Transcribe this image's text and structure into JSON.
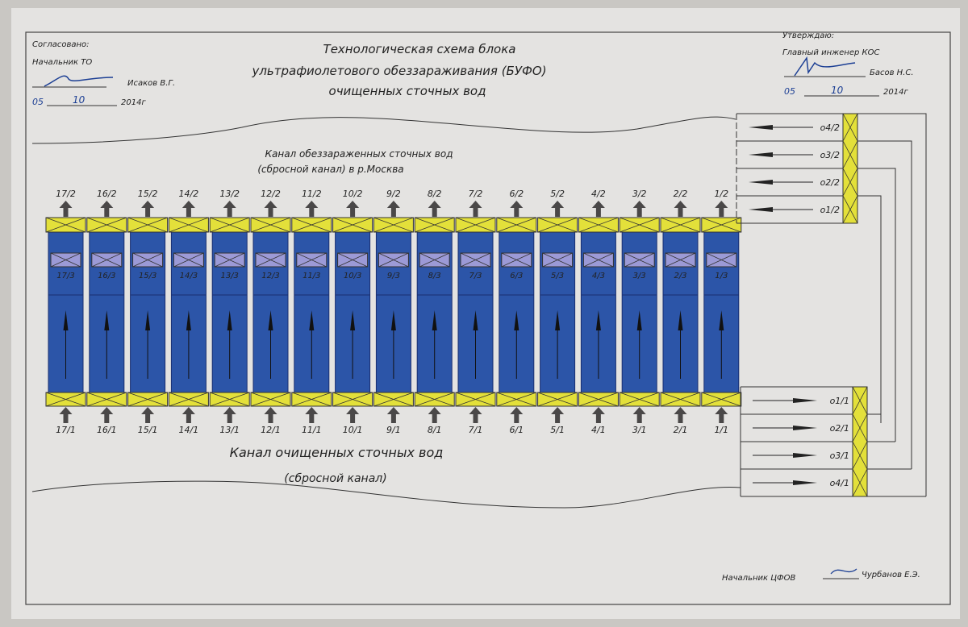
{
  "approval_left": {
    "heading": "Согласовано:",
    "position": "Начальник ТО",
    "name": "Исаков В.Г.",
    "day": "05",
    "month": "10",
    "year": "2014г"
  },
  "title": [
    "Технологическая схема блока",
    "ультрафиолетового обеззараживания (БУФО)",
    "очищенных сточных вод"
  ],
  "approval_right": {
    "heading": "Утверждаю:",
    "position": "Главный инженер КОС",
    "name": "Басов Н.С.",
    "day": "05",
    "month": "10",
    "year": "2014г"
  },
  "upper_channel": [
    "Канал обеззараженных сточных вод",
    "(сбросной канал) в р.Москва"
  ],
  "lower_channel": [
    "Канал очищенных сточных вод",
    "(сбросной канал)"
  ],
  "units": {
    "top_labels": [
      "17/2",
      "16/2",
      "15/2",
      "14/2",
      "13/2",
      "12/2",
      "11/2",
      "10/2",
      "9/2",
      "8/2",
      "7/2",
      "6/2",
      "5/2",
      "4/2",
      "3/2",
      "2/2",
      "1/2"
    ],
    "mid_labels": [
      "17/3",
      "16/3",
      "15/3",
      "14/3",
      "13/3",
      "12/3",
      "11/3",
      "10/3",
      "9/3",
      "8/3",
      "7/3",
      "6/3",
      "5/3",
      "4/3",
      "3/3",
      "2/3",
      "1/3"
    ],
    "bottom_labels": [
      "17/1",
      "16/1",
      "15/1",
      "14/1",
      "13/1",
      "12/1",
      "11/1",
      "10/1",
      "9/1",
      "8/1",
      "7/1",
      "6/1",
      "5/1",
      "4/1",
      "3/1",
      "2/1",
      "1/1"
    ]
  },
  "outlet_gates": [
    "о4/2",
    "о3/2",
    "о2/2",
    "о1/2"
  ],
  "inlet_gates": [
    "о1/1",
    "о2/1",
    "о3/1",
    "о4/1"
  ],
  "footer": {
    "position": "Начальник ЦФОВ",
    "name": "Чурбанов Е.Э."
  },
  "colors": {
    "unit_blue": "#2c55a8",
    "valve_yellow": "#e3e03a",
    "valve_lavender": "#9c9ad6",
    "arrow_gray": "#4a4848"
  }
}
